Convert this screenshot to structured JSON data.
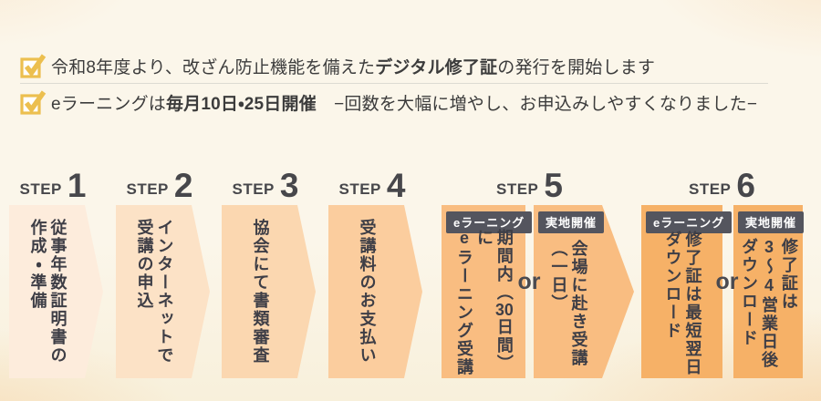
{
  "notices": {
    "rows": [
      {
        "pre": "令和8年度より、改ざん防止機能を備えた",
        "bold": "デジタル修了証",
        "post": "の発行を開始します"
      },
      {
        "pre": "eラーニングは",
        "bold": "毎月10日・25日開催",
        "post": "　−回数を大幅に増やし、お申込みしやすくなりました−"
      }
    ],
    "checkbox_icon": "gold-checkbox-with-checkmark"
  },
  "steps": [
    {
      "label": "STEP",
      "number": "1",
      "body": "従事年数証明書の\n作成・準備",
      "fill": "#fdecdc"
    },
    {
      "label": "STEP",
      "number": "2",
      "body": "インターネットで\n受講の申込",
      "fill": "#fce2c6"
    },
    {
      "label": "STEP",
      "number": "3",
      "body": "協会にて書類審査",
      "fill": "#fbd7b0"
    },
    {
      "label": "STEP",
      "number": "4",
      "body": "受講料のお支払い",
      "fill": "#fbcd9e"
    },
    {
      "label": "STEP",
      "number": "5",
      "fill": "#f9bd81",
      "or": "or",
      "options": [
        {
          "badge": "eラーニング",
          "body": "期間内（30日間）に\neラーニング受講"
        },
        {
          "badge": "実地開催",
          "body": "会場に赴き受講\n（一日）"
        }
      ]
    },
    {
      "label": "STEP",
      "number": "6",
      "fill": "#f6b167",
      "or": "or",
      "options": [
        {
          "badge": "eラーニング",
          "body": "修了証は最短翌日\nダウンロード"
        },
        {
          "badge": "実地開催",
          "body": "修了証は\n3～4営業日後\nダウンロード"
        }
      ]
    }
  ],
  "colors": {
    "background": "#fbf6ea",
    "corner_glow": "#f6b064",
    "checkbox": "#ecbf4f",
    "badge_background": "#54555e",
    "badge_text": "#ffffff",
    "step_text": "#3e3e46",
    "heading_text": "#47474b",
    "notice_text": "#3c3c3c",
    "divider": "#dddbd2"
  }
}
